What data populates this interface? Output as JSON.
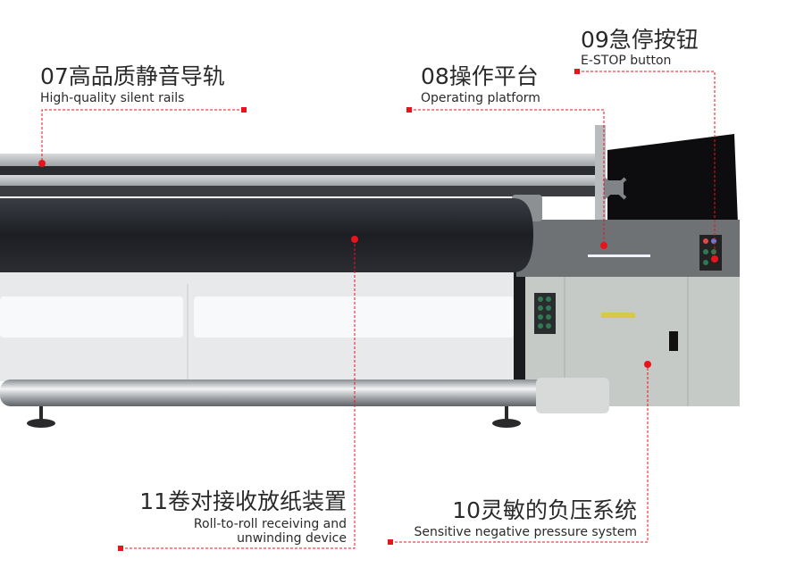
{
  "accent_color": "#e8141c",
  "callouts": [
    {
      "id": "07",
      "title": "07高品质静音导轨",
      "subtitle": "High-quality silent rails"
    },
    {
      "id": "08",
      "title": "08操作平台",
      "subtitle": "Operating platform"
    },
    {
      "id": "09",
      "title": "09急停按钮",
      "subtitle": "E-STOP button"
    },
    {
      "id": "10",
      "title": "10灵敏的负压系统",
      "subtitle": "Sensitive negative pressure system"
    },
    {
      "id": "11",
      "title": "11卷对接收放纸装置",
      "subtitle_line1": "Roll-to-roll receiving and",
      "subtitle_line2": "unwinding device"
    }
  ]
}
